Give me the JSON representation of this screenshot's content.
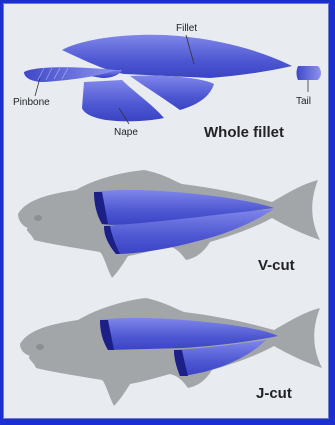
{
  "labels": {
    "fillet": "Fillet",
    "pinbone": "Pinbone",
    "nape": "Nape",
    "tail": "Tail",
    "whole_fillet": "Whole fillet",
    "v_cut": "V-cut",
    "j_cut": "J-cut"
  },
  "colors": {
    "background": "#e8ecf1",
    "border": "#1c2fd0",
    "fish_silhouette": "#a4a7aa",
    "fillet_blue": "#5b63d8",
    "fillet_dark": "#1b1f86"
  }
}
